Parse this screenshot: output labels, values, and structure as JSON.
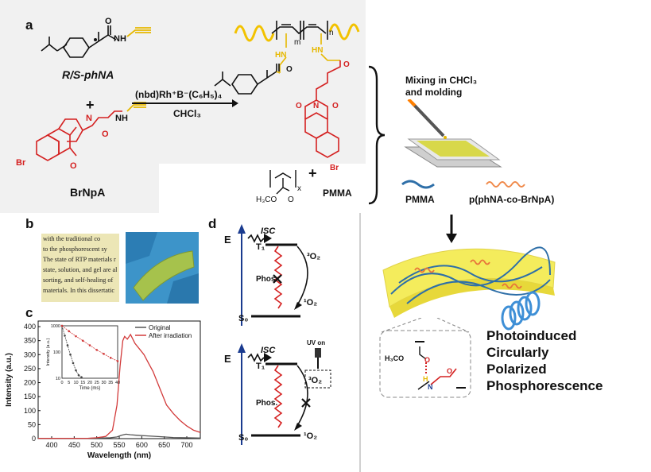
{
  "panel_a": {
    "letter": "a",
    "monomer1_label": "R/S-phNA",
    "plus1": "+",
    "monomer2_label": "BrNpA",
    "catalyst": "(nbd)Rh⁺B⁻(C₆H₅)₄",
    "solvent": "CHCl₃",
    "br": "Br",
    "nh": "NH",
    "hn": "HN",
    "o": "O",
    "n": "N",
    "m_sub": "m",
    "n_sub": "n",
    "x_sub": "x",
    "pmma_ch": "H₃CO",
    "plus2": "+",
    "pmma_label": "PMMA",
    "mixing_text_line1": "Mixing in CHCl₃",
    "mixing_text_line2": "and molding",
    "legend_pmma": "PMMA",
    "legend_copolymer": "p(phNA-co-BrNpA)"
  },
  "panel_b": {
    "letter": "b",
    "film_text": [
      "with the traditional co",
      "to the phosphorescent sy",
      "The state of RTP materials r",
      "state, solution, and gel are al",
      "sorting, and self-healing of",
      "materials. In this dissertatic"
    ]
  },
  "panel_c": {
    "letter": "c",
    "legend": [
      "Original",
      "After irradiation"
    ],
    "inset": {
      "ylabel": "Intensity (a.u.)",
      "xlabel": "Time (ms)",
      "yticks": [
        "1000",
        "100",
        "10"
      ],
      "xticks": [
        "0",
        "5",
        "10",
        "15",
        "20",
        "25",
        "30",
        "35",
        "40"
      ]
    }
  },
  "panel_d": {
    "letter": "d",
    "energy": "E",
    "isc": "ISC",
    "t1": "T₁",
    "s0": "S₀",
    "phos": "Phos.",
    "triplet_o2": "³O₂",
    "singlet_o2": "¹O₂",
    "uv_on": "UV on"
  },
  "panel_right": {
    "caption": [
      "Photoinduced",
      "Circularly",
      "Polarized",
      "Phosphorescence"
    ],
    "inset_h3co": "H₃CO",
    "inset_o": "O",
    "inset_h": "H",
    "inset_n": "N"
  },
  "chart_data": {
    "type": "line",
    "title": "",
    "xlabel": "Wavelength (nm)",
    "ylabel": "Intensity (a.u.)",
    "xlim": [
      370,
      730
    ],
    "ylim": [
      0,
      420
    ],
    "xticks": [
      400,
      450,
      500,
      550,
      600,
      650,
      700
    ],
    "yticks": [
      0,
      50,
      100,
      150,
      200,
      250,
      300,
      350,
      400
    ],
    "grid": false,
    "legend_position": "top-right",
    "series": [
      {
        "name": "Original",
        "color": "#555555",
        "x": [
          370,
          480,
          510,
          530,
          545,
          555,
          565,
          575,
          590,
          610,
          640,
          670,
          700,
          730
        ],
        "y": [
          1,
          1,
          2,
          3,
          6,
          12,
          16,
          14,
          12,
          10,
          7,
          4,
          3,
          2
        ]
      },
      {
        "name": "After irradiation",
        "color": "#d23a3a",
        "x": [
          370,
          480,
          500,
          520,
          535,
          545,
          552,
          558,
          562,
          568,
          575,
          585,
          595,
          605,
          615,
          625,
          640,
          655,
          670,
          685,
          700,
          715,
          730
        ],
        "y": [
          1,
          1,
          3,
          8,
          30,
          120,
          260,
          350,
          365,
          355,
          372,
          340,
          320,
          300,
          270,
          240,
          180,
          120,
          90,
          65,
          45,
          30,
          22
        ]
      }
    ],
    "inset": {
      "type": "scatter",
      "xlabel": "Time (ms)",
      "ylabel": "Intensity (a.u.)",
      "xlim": [
        0,
        40
      ],
      "ylim_log": [
        10,
        1000
      ],
      "series": [
        {
          "name": "Original",
          "color": "#444444",
          "x": [
            0,
            2,
            4,
            6,
            8,
            10,
            12,
            14
          ],
          "y": [
            1000,
            420,
            180,
            80,
            38,
            20,
            13,
            11
          ]
        },
        {
          "name": "After irradiation",
          "color": "#d23a3a",
          "x": [
            0,
            5,
            10,
            15,
            20,
            25,
            30,
            35,
            40
          ],
          "y": [
            1000,
            620,
            400,
            270,
            180,
            120,
            85,
            60,
            45
          ]
        }
      ]
    }
  }
}
